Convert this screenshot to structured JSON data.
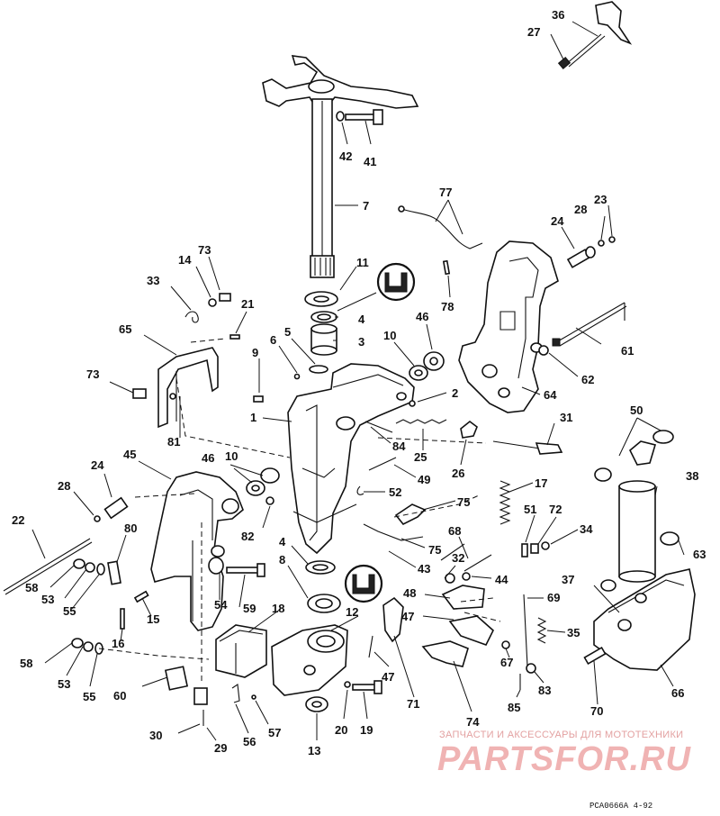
{
  "watermark": {
    "tagline": "ЗАПЧАСТИ И АКСЕССУАРЫ ДЛЯ МОТОТЕХНИКИ",
    "logo": "PARTSFOR.RU"
  },
  "drawing_code": "PCA0666A  4-92",
  "callouts": [
    {
      "id": "36",
      "t": "36"
    },
    {
      "id": "27",
      "t": "27"
    },
    {
      "id": "42",
      "t": "42"
    },
    {
      "id": "41",
      "t": "41"
    },
    {
      "id": "7",
      "t": "7"
    },
    {
      "id": "77",
      "t": "77"
    },
    {
      "id": "23",
      "t": "23"
    },
    {
      "id": "28a",
      "t": "28"
    },
    {
      "id": "24a",
      "t": "24"
    },
    {
      "id": "73a",
      "t": "73"
    },
    {
      "id": "14",
      "t": "14"
    },
    {
      "id": "33",
      "t": "33"
    },
    {
      "id": "11",
      "t": "11"
    },
    {
      "id": "78",
      "t": "78"
    },
    {
      "id": "21",
      "t": "21"
    },
    {
      "id": "4a",
      "t": "4"
    },
    {
      "id": "46a",
      "t": "46"
    },
    {
      "id": "65",
      "t": "65"
    },
    {
      "id": "6",
      "t": "6"
    },
    {
      "id": "5",
      "t": "5"
    },
    {
      "id": "3",
      "t": "3"
    },
    {
      "id": "10a",
      "t": "10"
    },
    {
      "id": "61",
      "t": "61"
    },
    {
      "id": "9",
      "t": "9"
    },
    {
      "id": "73b",
      "t": "73"
    },
    {
      "id": "62",
      "t": "62"
    },
    {
      "id": "2",
      "t": "2"
    },
    {
      "id": "64",
      "t": "64"
    },
    {
      "id": "1",
      "t": "1"
    },
    {
      "id": "50",
      "t": "50"
    },
    {
      "id": "31",
      "t": "31"
    },
    {
      "id": "81",
      "t": "81"
    },
    {
      "id": "84",
      "t": "84"
    },
    {
      "id": "25",
      "t": "25"
    },
    {
      "id": "26",
      "t": "26"
    },
    {
      "id": "45",
      "t": "45"
    },
    {
      "id": "24b",
      "t": "24"
    },
    {
      "id": "46b",
      "t": "46"
    },
    {
      "id": "10b",
      "t": "10"
    },
    {
      "id": "38",
      "t": "38"
    },
    {
      "id": "49",
      "t": "49"
    },
    {
      "id": "17",
      "t": "17"
    },
    {
      "id": "28b",
      "t": "28"
    },
    {
      "id": "52",
      "t": "52"
    },
    {
      "id": "75a",
      "t": "75"
    },
    {
      "id": "22",
      "t": "22"
    },
    {
      "id": "82",
      "t": "82"
    },
    {
      "id": "51",
      "t": "51"
    },
    {
      "id": "72",
      "t": "72"
    },
    {
      "id": "80",
      "t": "80"
    },
    {
      "id": "34",
      "t": "34"
    },
    {
      "id": "68",
      "t": "68"
    },
    {
      "id": "4b",
      "t": "4"
    },
    {
      "id": "75b",
      "t": "75"
    },
    {
      "id": "63",
      "t": "63"
    },
    {
      "id": "8",
      "t": "8"
    },
    {
      "id": "43",
      "t": "43"
    },
    {
      "id": "32",
      "t": "32"
    },
    {
      "id": "58a",
      "t": "58"
    },
    {
      "id": "44",
      "t": "44"
    },
    {
      "id": "53a",
      "t": "53"
    },
    {
      "id": "54",
      "t": "54"
    },
    {
      "id": "59",
      "t": "59"
    },
    {
      "id": "37",
      "t": "37"
    },
    {
      "id": "55a",
      "t": "55"
    },
    {
      "id": "18",
      "t": "18"
    },
    {
      "id": "12",
      "t": "12"
    },
    {
      "id": "48",
      "t": "48"
    },
    {
      "id": "69",
      "t": "69"
    },
    {
      "id": "15",
      "t": "15"
    },
    {
      "id": "47a",
      "t": "47"
    },
    {
      "id": "35",
      "t": "35"
    },
    {
      "id": "16",
      "t": "16"
    },
    {
      "id": "67",
      "t": "67"
    },
    {
      "id": "58b",
      "t": "58"
    },
    {
      "id": "47b",
      "t": "47"
    },
    {
      "id": "53b",
      "t": "53"
    },
    {
      "id": "55b",
      "t": "55"
    },
    {
      "id": "60",
      "t": "60"
    },
    {
      "id": "71",
      "t": "71"
    },
    {
      "id": "85",
      "t": "85"
    },
    {
      "id": "83",
      "t": "83"
    },
    {
      "id": "66",
      "t": "66"
    },
    {
      "id": "20",
      "t": "20"
    },
    {
      "id": "19",
      "t": "19"
    },
    {
      "id": "74",
      "t": "74"
    },
    {
      "id": "70",
      "t": "70"
    },
    {
      "id": "30",
      "t": "30"
    },
    {
      "id": "57",
      "t": "57"
    },
    {
      "id": "56",
      "t": "56"
    },
    {
      "id": "29",
      "t": "29"
    },
    {
      "id": "13",
      "t": "13"
    }
  ]
}
